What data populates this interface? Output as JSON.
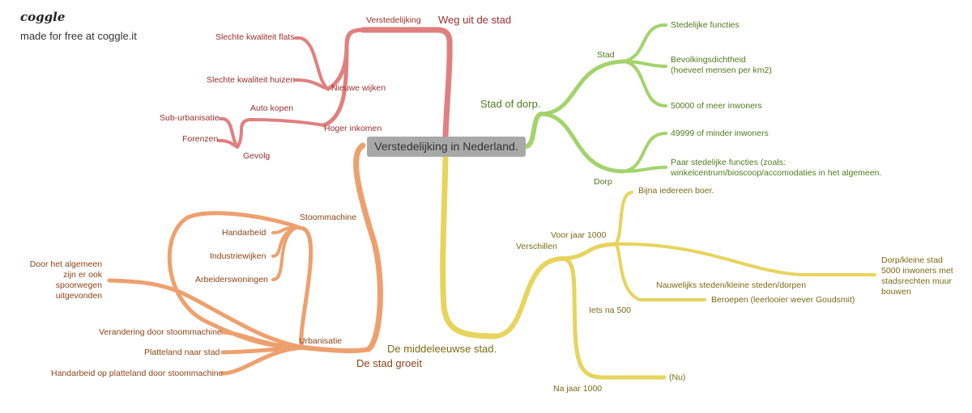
{
  "header": {
    "brand": "coggle",
    "made_for": "made for free at coggle.it"
  },
  "root": {
    "label": "Verstedelijking in Nederland."
  },
  "colors": {
    "red": "#e07f7f",
    "green": "#a3d36b",
    "yellow": "#e6d45c",
    "orange": "#eda06e"
  },
  "branches": {
    "weg": {
      "label": "Weg uit de stad",
      "verstedelijking": "Verstedelijking",
      "nieuwe_wijken": "Nieuwe wijken",
      "flats": "Slechte kwaliteit flats",
      "huizen": "Slechte kwaliteit huizen",
      "hoger_inkomen": "Hoger inkomen",
      "auto_kopen": "Auto kopen",
      "gevolg": "Gevolg",
      "suburbanisatie": "Sub-urbanisatie",
      "forenzen": "Forenzen"
    },
    "dorp": {
      "label": "Stad of dorp.",
      "stad": "Stad",
      "functies": "Stedelijke functies",
      "dichtheid_1": "Bevolkingsdichtheid",
      "dichtheid_2": "(hoeveel mensen per km2)",
      "meer": "50000 of meer inwoners",
      "dorp": "Dorp",
      "minder": "49999 of minder inwoners",
      "paar_1": "Paar stedelijke functies (zoals:",
      "paar_2": "winkelcentrum/bioscoop/accomodaties in het algemeen."
    },
    "middeleeuws": {
      "label": "De middeleeuwse stad.",
      "verschillen": "Verschillen",
      "voor_1000": "Voor jaar 1000",
      "boer": "Bijna iedereen boer.",
      "kleine": "Nauwelijks steden/kleine steden/dorpen",
      "iets_500": "Iets na 500",
      "beroepen": "Beroepen (leerlooier wever Goudsmit)",
      "dorp_stad_1": "Dorp/kleine stad",
      "dorp_stad_2": "5000 inwoners met",
      "dorp_stad_3": "stadsrechten muur",
      "dorp_stad_4": "bouwen",
      "na_1000": "Na jaar 1000",
      "nu": "(Nu)"
    },
    "groeit": {
      "label": "De stad groeit",
      "urbanisatie": "Urbanisatie",
      "stoommachine": "Stoommachine",
      "handarbeid": "Handarbeid",
      "industriewijken": "Industriewijken",
      "arbeiders": "Arbeiderswoningen",
      "spoor_1": "Door het algemeen",
      "spoor_2": "zijn er ook",
      "spoor_3": "spoorwegen",
      "spoor_4": "uitgevonden",
      "verandering": "Verandering door stoommachine",
      "platteland": "Platteland naar stad",
      "handarbeid_pl": "Handarbeid op platteland door stoommachine"
    }
  }
}
